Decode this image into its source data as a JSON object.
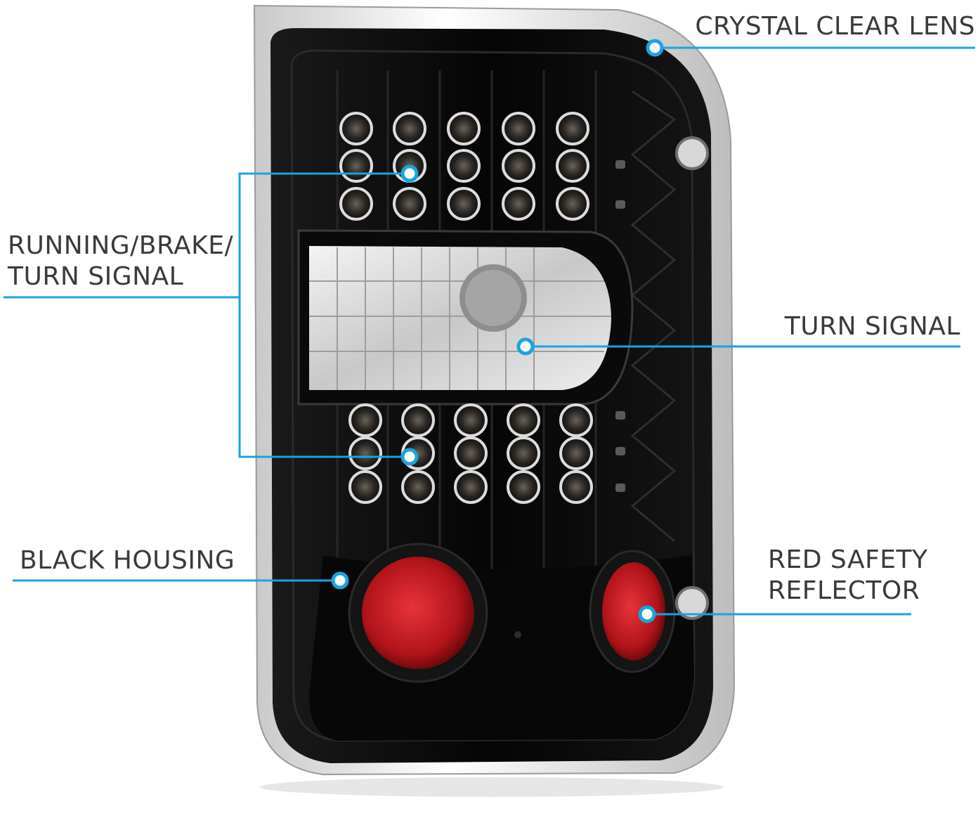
{
  "colors": {
    "callout_line": "#1aa3e0",
    "label_text": "#3a3a3a",
    "housing": "#0b0b0b",
    "chrome": "#e8e8e8",
    "reflector_red": "#c4161c"
  },
  "callouts": {
    "lens": {
      "label": "CRYSTAL CLEAR LENS"
    },
    "running": {
      "line1": "RUNNING/BRAKE/",
      "line2": "TURN SIGNAL"
    },
    "turn": {
      "label": "TURN SIGNAL"
    },
    "housing": {
      "label": "BLACK HOUSING"
    },
    "reflector": {
      "line1": "RED SAFETY",
      "line2": "REFLECTOR"
    }
  }
}
